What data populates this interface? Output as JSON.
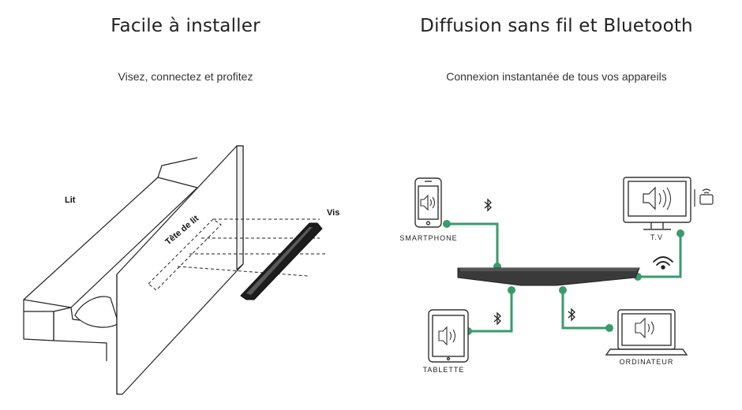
{
  "left": {
    "title": "Facile à installer",
    "subtitle": "Visez, connectez et profitez",
    "labels": {
      "bed": "Lit",
      "headboard": "Tête de lit",
      "screw": "Vis"
    }
  },
  "right": {
    "title": "Diffusion sans fil et Bluetooth",
    "subtitle": "Connexion instantanée de tous vos appareils",
    "devices": {
      "smartphone": "SMARTPHONE",
      "tv": "T.V",
      "tablet": "TABLETTE",
      "computer": "ORDINATEUR"
    }
  },
  "colors": {
    "connector": "#3a9b6c",
    "device_stroke": "#333333"
  }
}
